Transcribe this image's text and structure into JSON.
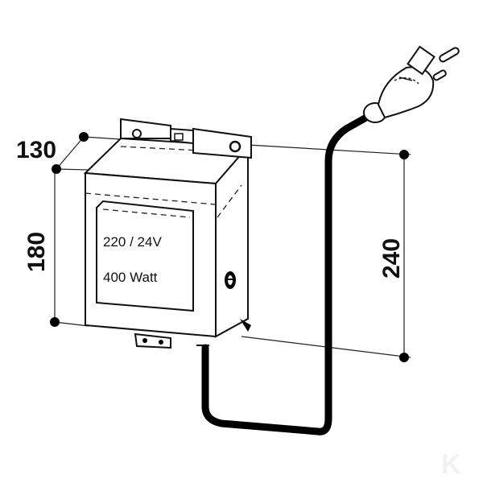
{
  "diagram": {
    "type": "technical line drawing",
    "subject": "transformer",
    "dimensions": {
      "depth": "130",
      "height": "180",
      "overall_height": "240"
    },
    "nameplate": {
      "line1": "220 / 24V",
      "line2": "400 Watt"
    },
    "watermark": "K",
    "colors": {
      "line": "#111111",
      "background": "#ffffff",
      "watermark": "#f1f1f1"
    }
  }
}
